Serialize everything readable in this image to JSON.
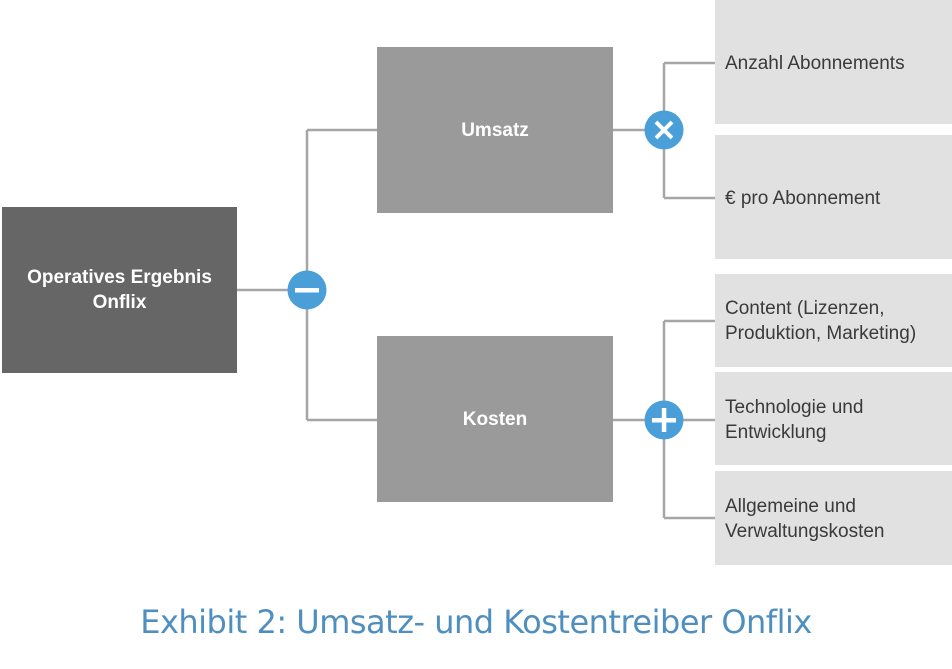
{
  "diagram": {
    "root": {
      "label": "Operatives Ergebnis\nOnflix"
    },
    "branches": [
      {
        "label": "Umsatz",
        "operator": "multiply-icon",
        "leaves": [
          "Anzahl Abonnements",
          "€ pro Abonnement"
        ]
      },
      {
        "label": "Kosten",
        "operator": "plus-icon",
        "leaves": [
          "Content (Lizenzen,\nProduktion, Marketing)",
          "Technologie und\nEntwicklung",
          "Allgemeine und\nVerwaltungskosten"
        ]
      }
    ],
    "root_operator": "minus-icon"
  },
  "caption": "Exhibit 2: Umsatz- und Kostentreiber Onflix",
  "colors": {
    "root_box": "#666666",
    "branch_box": "#9a9a9a",
    "leaf_panel": "#e1e1e1",
    "connector": "#a6a6a6",
    "operator": "#4a9fd8",
    "caption": "#4f8fc0",
    "leaf_text": "#3a3a3a"
  }
}
